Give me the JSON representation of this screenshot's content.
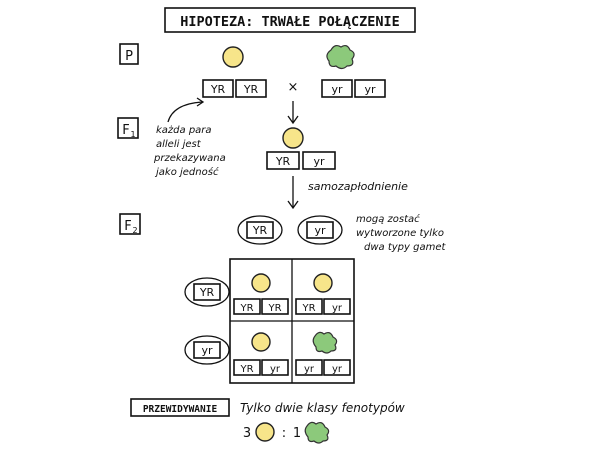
{
  "title": "HIPOTEZA: TRWAŁE POŁĄCZENIE",
  "generations": {
    "p": "P",
    "f1": "F",
    "f1_sub": "1",
    "f2": "F",
    "f2_sub": "2"
  },
  "parents": {
    "left_alleles": [
      "YR",
      "YR"
    ],
    "cross_symbol": "×",
    "right_alleles": [
      "yr",
      "yr"
    ]
  },
  "note_linked": [
    "każda para",
    "alleli jest",
    "przekazywana",
    "jako jedność"
  ],
  "f1_alleles": [
    "YR",
    "yr"
  ],
  "self_fertilization": "samozapłodnienie",
  "gametes": [
    "YR",
    "yr"
  ],
  "note_gametes": [
    "mogą zostać",
    "wytworzone tylko",
    "dwa typy gamet"
  ],
  "punnett": {
    "row_gametes": [
      "YR",
      "yr"
    ],
    "cells": [
      [
        "YR",
        "YR"
      ],
      [
        "YR",
        "yr"
      ],
      [
        "YR",
        "yr"
      ],
      [
        "yr",
        "yr"
      ]
    ]
  },
  "prediction": {
    "label": "PRZEWIDYWANIE",
    "text": "Tylko dwie klasy fenotypów",
    "ratio_left": "3",
    "ratio_sep": ":",
    "ratio_right": "1"
  },
  "colors": {
    "yellow": "#f7e58a",
    "green": "#8cc97b"
  }
}
